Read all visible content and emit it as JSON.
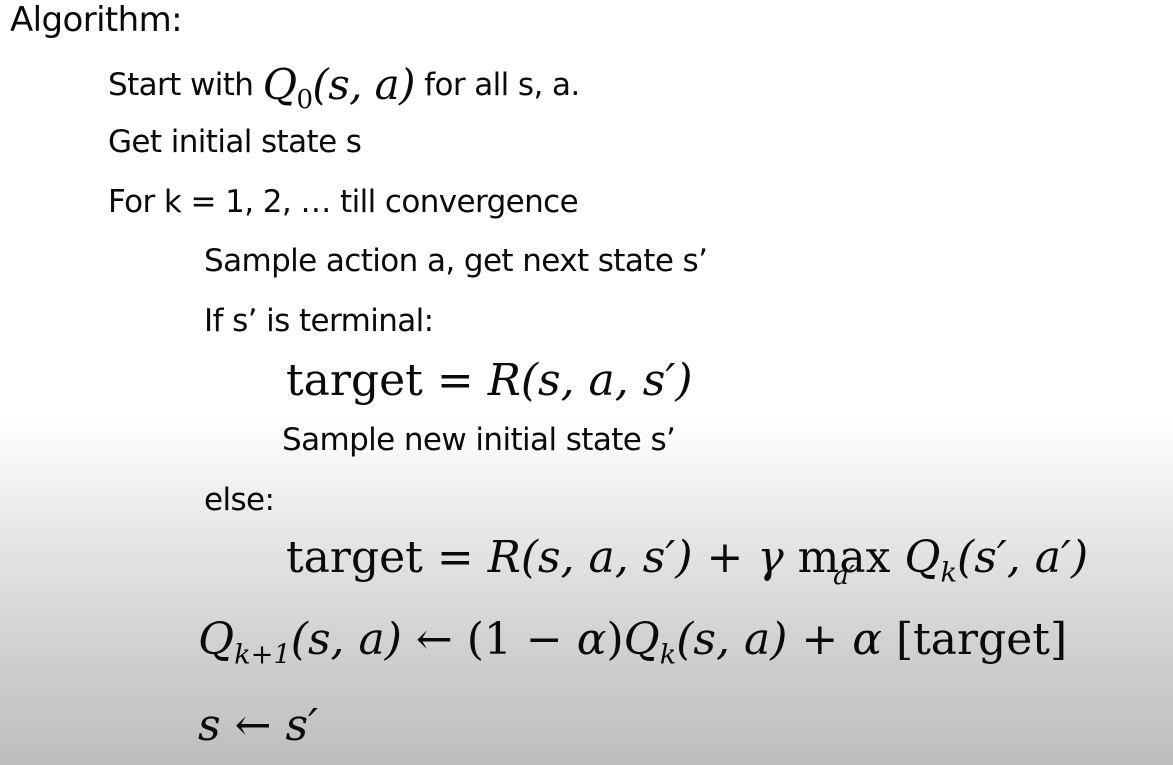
{
  "slide": {
    "title": "Algorithm:",
    "lines": [
      {
        "pre": "Start with ",
        "math": "Q_0(s, a)",
        "post": " for all s, a."
      },
      {
        "text": "Get initial state s"
      },
      {
        "text": "For k = 1, 2, … till convergence"
      },
      {
        "text": "Sample action a, get next state s’"
      },
      {
        "text": "If s’ is terminal:"
      },
      {
        "math": "target = R(s, a, s′)"
      },
      {
        "text": "Sample new initial state s’"
      },
      {
        "text": "else:"
      },
      {
        "math": "target = R(s, a, s′) + γ max_{a′} Q_k(s′, a′)"
      },
      {
        "math": "Q_{k+1}(s, a) ← (1 − α)Q_k(s, a) + α [target]"
      },
      {
        "math": "s ← s′"
      }
    ]
  },
  "tokens": {
    "Q": "Q",
    "sub0": "0",
    "subk": "k",
    "subk1": "k+1",
    "target": "target",
    "max": "max",
    "lim": "a′",
    "R": "R",
    "gamma": "γ",
    "alpha": "α",
    "args_sa": "(s, a)",
    "args_sas": "(s, a, s′)",
    "args_spap": "(s′, a′)",
    "eq": " = ",
    "plus": " + ",
    "arrow": " ← ",
    "one_minus_alpha_open": "(1 − ",
    "close": ")",
    "bracket_target": "[target]",
    "s": "s",
    "sp": "s′"
  },
  "colors": {
    "text": "#0a0a0a",
    "bg_top": "#ffffff",
    "bg_bottom": "#bdbdbd"
  }
}
